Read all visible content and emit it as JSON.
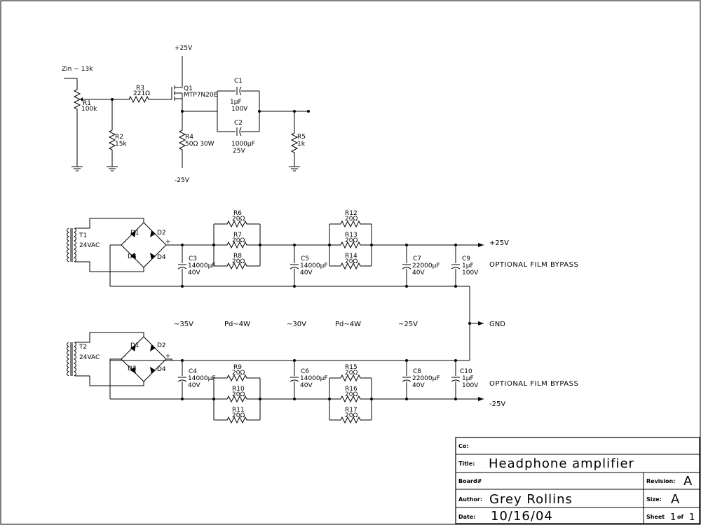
{
  "top_circuit": {
    "zin": "Zin ~ 13k",
    "pos_rail": "+25V",
    "neg_rail": "-25V",
    "r1": {
      "ref": "R1",
      "val": "100k"
    },
    "r2": {
      "ref": "R2",
      "val": "15k"
    },
    "r3": {
      "ref": "R3",
      "val": "221Ω"
    },
    "q1": {
      "ref": "Q1",
      "val": "MTP7N20E"
    },
    "r4": {
      "ref": "R4",
      "val": "50Ω 30W"
    },
    "c1": {
      "ref": "C1",
      "val1": "1µF",
      "val2": "100V"
    },
    "c2": {
      "ref": "C2",
      "val1": "1000µF",
      "val2": "25V"
    },
    "r5": {
      "ref": "R5",
      "val": "1k"
    }
  },
  "supply": {
    "t1": {
      "ref": "T1",
      "val": "24VAC"
    },
    "t2": {
      "ref": "T2",
      "val": "24VAC"
    },
    "diodes": [
      "D1",
      "D2",
      "D3",
      "D4"
    ],
    "plus": "+",
    "minus": "-",
    "pos_out": "+25V",
    "neg_out": "-25V",
    "gnd": "GND",
    "film_note_top": "OPTIONAL FILM BYPASS",
    "film_note_bottom": "OPTIONAL FILM BYPASS",
    "mid_labels": [
      "~35V",
      "Pd~4W",
      "~30V",
      "Pd~4W",
      "~25V"
    ],
    "top_caps": [
      {
        "ref": "C3",
        "val1": "14000µF",
        "val2": "40V"
      },
      {
        "ref": "C5",
        "val1": "14000µF",
        "val2": "40V"
      },
      {
        "ref": "C7",
        "val1": "22000µF",
        "val2": "40V"
      },
      {
        "ref": "C9",
        "val1": "1µF",
        "val2": "100V"
      }
    ],
    "bottom_caps": [
      {
        "ref": "C4",
        "val1": "14000µF",
        "val2": "40V"
      },
      {
        "ref": "C6",
        "val1": "14000µF",
        "val2": "40V"
      },
      {
        "ref": "C8",
        "val1": "22000µF",
        "val2": "40V"
      },
      {
        "ref": "C10",
        "val1": "1µF",
        "val2": "100V"
      }
    ],
    "top_res_group1": [
      {
        "ref": "R6",
        "val": "20Ω"
      },
      {
        "ref": "R7",
        "val": "20Ω"
      },
      {
        "ref": "R8",
        "val": "20Ω"
      }
    ],
    "top_res_group2": [
      {
        "ref": "R12",
        "val": "20Ω"
      },
      {
        "ref": "R13",
        "val": "20Ω"
      },
      {
        "ref": "R14",
        "val": "20Ω"
      }
    ],
    "bottom_res_group1": [
      {
        "ref": "R9",
        "val": "20Ω"
      },
      {
        "ref": "R10",
        "val": "20Ω"
      },
      {
        "ref": "R11",
        "val": "20Ω"
      }
    ],
    "bottom_res_group2": [
      {
        "ref": "R15",
        "val": "20Ω"
      },
      {
        "ref": "R16",
        "val": "20Ω"
      },
      {
        "ref": "R17",
        "val": "20Ω"
      }
    ]
  },
  "title_block": {
    "co_label": "Co:",
    "co_value": "",
    "title_label": "Title:",
    "title_value": "Headphone amplifier",
    "board_label": "Board#",
    "board_value": "",
    "revision_label": "Revision:",
    "revision_value": "A",
    "author_label": "Author:",
    "author_value": "Grey Rollins",
    "size_label": "Size:",
    "size_value": "A",
    "date_label": "Date:",
    "date_value": "10/16/04",
    "sheet_label": "Sheet",
    "sheet_num": "1",
    "sheet_of": "of",
    "sheet_total": "1"
  }
}
